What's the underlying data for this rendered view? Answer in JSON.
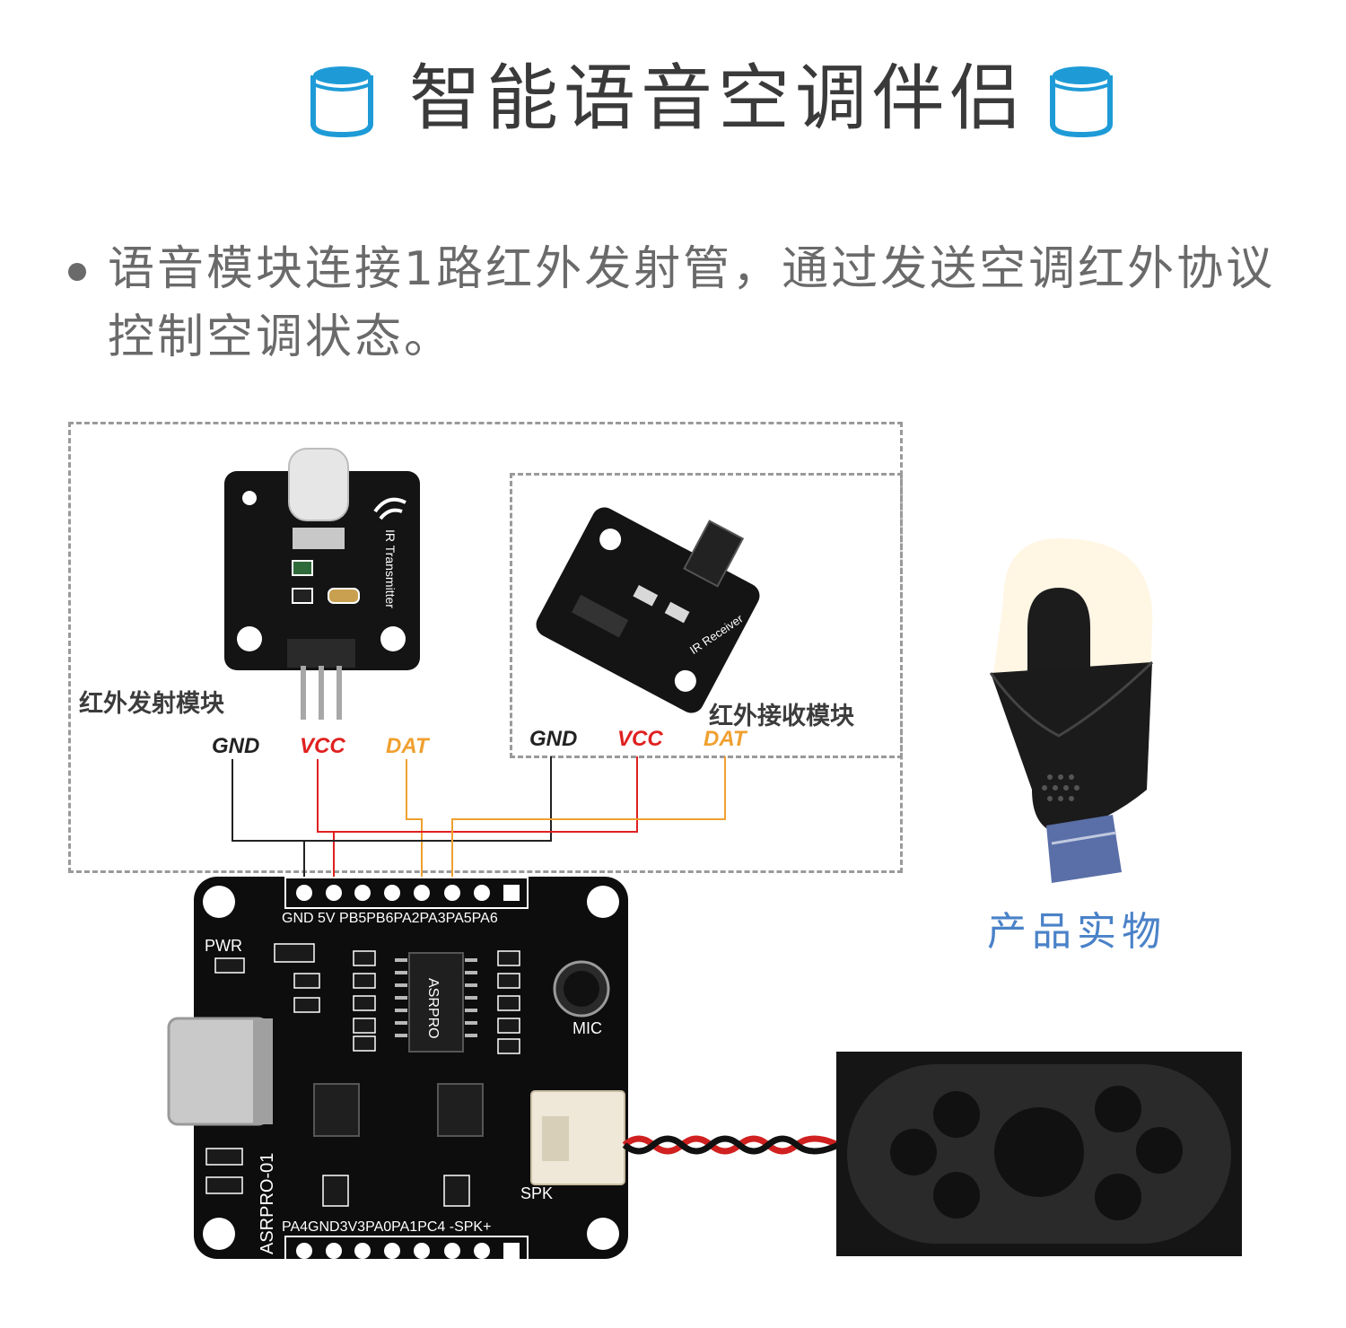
{
  "title": "智能语音空调伴侣",
  "description": "语音模块连接1路红外发射管，通过发送空调红外协议控制空调状态。",
  "ir_transmitter": {
    "label": "红外发射模块",
    "board_text": "IR Transmitter",
    "pins": [
      "GND",
      "VCC",
      "DAT"
    ]
  },
  "ir_receiver": {
    "label": "红外接收模块",
    "board_text": "IR Receiver",
    "pins": [
      "GND",
      "VCC",
      "DAT"
    ]
  },
  "main_board": {
    "name": "ASRPRO-01",
    "chip_text": "ASRPRO",
    "top_header": "GND 5V  PB5PB6PA2PA3PA5PA6",
    "bottom_header": "PA4GND3V3PA0PA1PC4 -SPK+",
    "labels": [
      "PWR",
      "MIC",
      "SPK"
    ]
  },
  "product_label": "产品实物",
  "colors": {
    "gnd": "#222222",
    "vcc": "#e02020",
    "dat": "#f0a030",
    "accent": "#1e9bd7",
    "product_label": "#4a82c8"
  }
}
